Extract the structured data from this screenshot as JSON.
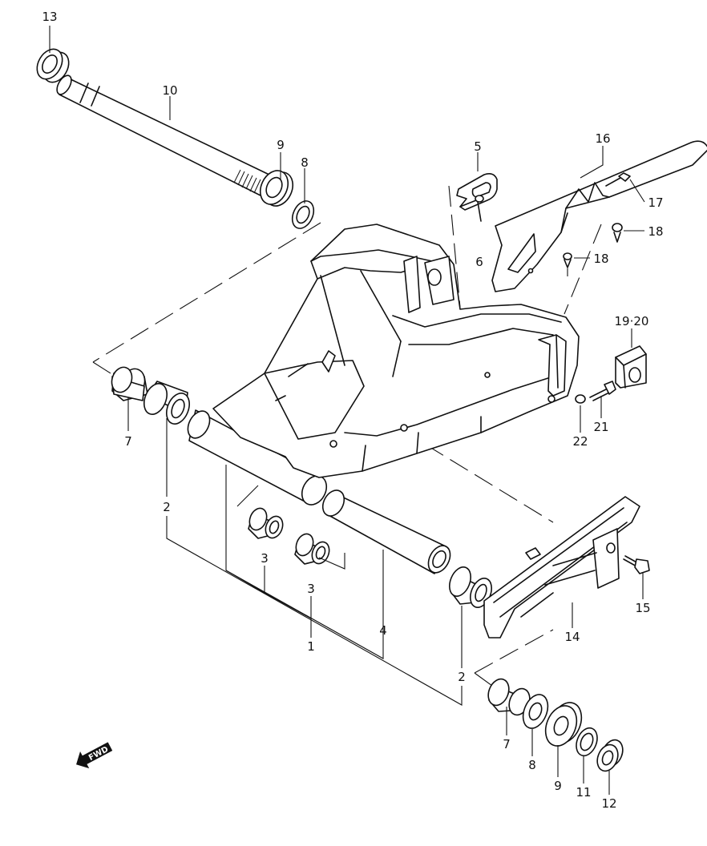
{
  "labels": {
    "p1": "1",
    "p2_left": "2",
    "p2_right": "2",
    "p3_upper": "3",
    "p3_lower": "3",
    "p4": "4",
    "p5": "5",
    "p6": "6",
    "p7_left": "7",
    "p7_right": "7",
    "p8_top": "8",
    "p8_bottom": "8",
    "p9_top": "9",
    "p9_bottom": "9",
    "p10": "10",
    "p11": "11",
    "p12": "12",
    "p13": "13",
    "p14": "14",
    "p15": "15",
    "p16": "16",
    "p17": "17",
    "p18_a": "18",
    "p18_b": "18",
    "p19_20": "19·20",
    "p21": "21",
    "p22": "22"
  },
  "fwd_arrow": {
    "text": "FWD",
    "icon": "fwd-arrow-icon"
  }
}
